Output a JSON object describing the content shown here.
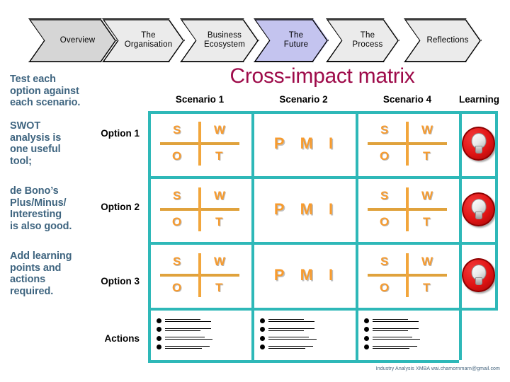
{
  "nav": {
    "items": [
      {
        "label": "Overview",
        "state": "first"
      },
      {
        "label": "The\nOrganisation",
        "state": "normal"
      },
      {
        "label": "Business\nEcosystem",
        "state": "normal"
      },
      {
        "label": "The\nFuture",
        "state": "active"
      },
      {
        "label": "The\nProcess",
        "state": "normal"
      },
      {
        "label": "Reflections",
        "state": "normal"
      }
    ],
    "colors": {
      "default": "#ebebeb",
      "first": "#d6d6d6",
      "active": "#c4c4ef",
      "outline": "#000000"
    }
  },
  "sidebar": {
    "paragraphs": [
      "Test each\noption against\neach scenario.",
      "SWOT\nanalysis is\none useful\ntool;",
      "de Bono’s\nPlus/Minus/\nInteresting\nis also good.",
      "Add learning\npoints and\nactions\nrequired."
    ],
    "text_color": "#3f6580"
  },
  "title": {
    "text": "Cross-impact matrix",
    "color": "#9e0b4a"
  },
  "matrix": {
    "border_color": "#2eb8b8",
    "column_headers": [
      "Scenario 1",
      "Scenario 2",
      "Scenario 4",
      "Learning"
    ],
    "row_labels": [
      "Option 1",
      "Option 2",
      "Option 3",
      "Actions"
    ],
    "swot": {
      "quadrants": [
        "S",
        "W",
        "O",
        "T"
      ],
      "color": "#f79b2e",
      "bar_color": "#e0a23c"
    },
    "pmi": {
      "letters": [
        "P",
        "M",
        "I"
      ],
      "color": "#f79b2e"
    },
    "learning": {
      "icon": "lightbulb-badge-icon",
      "badge_color": "#e01414"
    },
    "rows": [
      {
        "label": "Option 1",
        "cells": [
          "swot",
          "pmi",
          "swot",
          "bulb"
        ]
      },
      {
        "label": "Option 2",
        "cells": [
          "swot",
          "pmi",
          "swot",
          "bulb"
        ]
      },
      {
        "label": "Option 3",
        "cells": [
          "swot",
          "pmi",
          "swot",
          "bulb"
        ]
      },
      {
        "label": "Actions",
        "cells": [
          "bullets",
          "bullets",
          "bullets",
          null
        ]
      }
    ],
    "bullets_per_cell": 4
  },
  "footer": {
    "text": "Industry Analysis XMBA wai.chamornmarn@gmail.com",
    "color": "#46657e"
  }
}
